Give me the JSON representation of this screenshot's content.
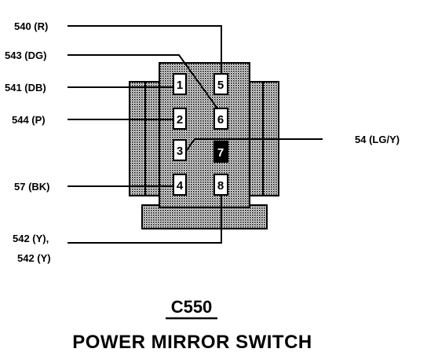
{
  "connector": {
    "id": "C550",
    "name": "POWER MIRROR SWITCH"
  },
  "wire_labels": {
    "w540": "540 (R)",
    "w543": "543 (DG)",
    "w541": "541 (DB)",
    "w544": "544 (P)",
    "w54": "54 (LG/Y)",
    "w57": "57 (BK)",
    "w542a": "542 (Y),",
    "w542b": "542 (Y)"
  },
  "pins": {
    "p1": "1",
    "p2": "2",
    "p3": "3",
    "p4": "4",
    "p5": "5",
    "p6": "6",
    "p7": "7",
    "p8": "8"
  },
  "colors": {
    "housing_fill": "#d9d9d9",
    "ink": "#000000",
    "pin7_fill": "#000000",
    "pin7_text": "#ffffff"
  }
}
